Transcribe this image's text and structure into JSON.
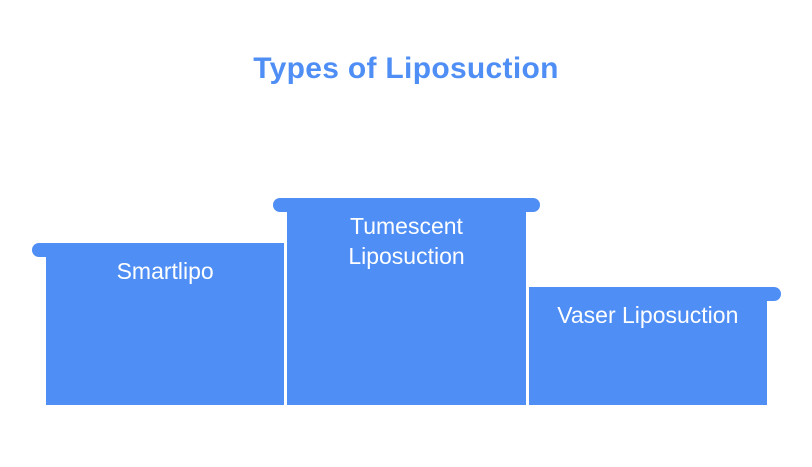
{
  "title": "Types of Liposuction",
  "colors": {
    "accent": "#4E8EF5",
    "label_text": "#FFFFFF",
    "background": "#FFFFFF"
  },
  "bars": [
    {
      "label": "Smartlipo"
    },
    {
      "label": "Tumescent\nLiposuction"
    },
    {
      "label": "Vaser Liposuction"
    }
  ],
  "chart_data": {
    "type": "bar",
    "title": "Types of Liposuction",
    "categories": [
      "Smartlipo",
      "Tumescent Liposuction",
      "Vaser Liposuction"
    ],
    "values": [
      162,
      207,
      118
    ],
    "values_note": "relative bar heights in pixels; no numeric axis, gridlines or value labels shown",
    "xlabel": "",
    "ylabel": "",
    "legend": false,
    "grid": false,
    "bar_color": "#4E8EF5",
    "label_color": "#FFFFFF",
    "layout_hint": "podium-style bars bottom-aligned; each bar has a rounded cap lip protruding on its outer top edge (left bar: left lip, middle bar: both lips, right bar: right lip); labels placed near top of each bar"
  }
}
